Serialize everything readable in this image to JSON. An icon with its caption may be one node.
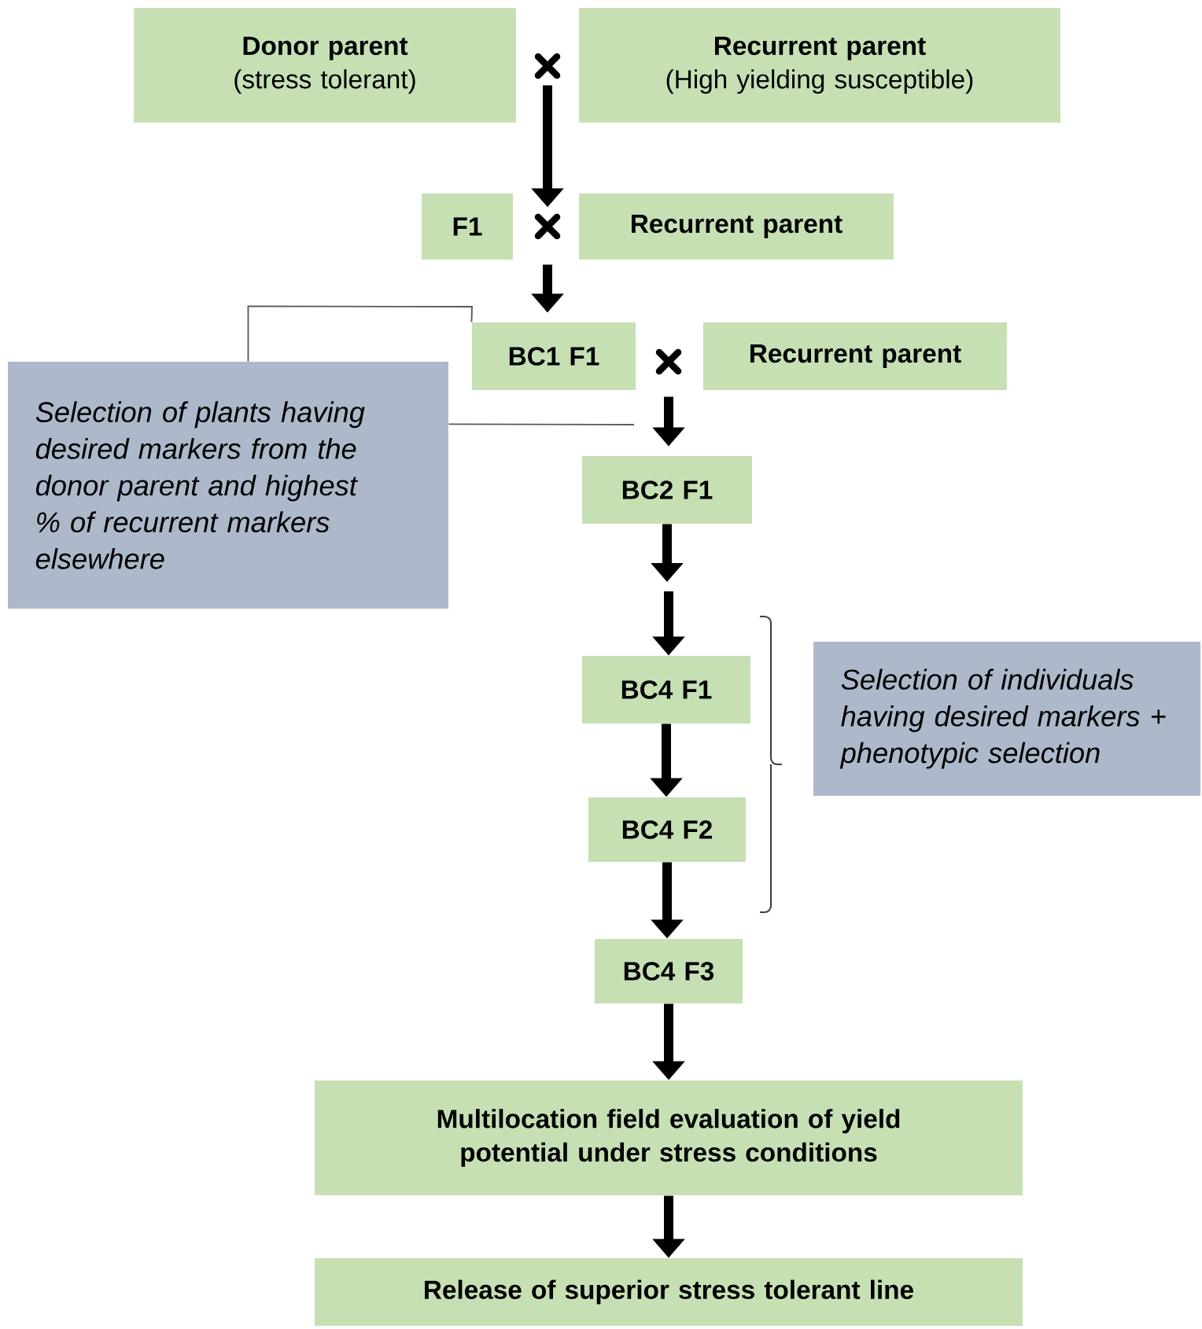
{
  "diagram": {
    "nodes": [
      {
        "text": [
          "Donor parent",
          "(stress tolerant)"
        ]
      },
      {
        "text": [
          "Recurrent parent",
          "(High yielding susceptible)"
        ]
      },
      {
        "text": [
          "F1"
        ]
      },
      {
        "text": [
          "Recurrent parent"
        ]
      },
      {
        "text": [
          "BC1 F1"
        ]
      },
      {
        "text": [
          "Recurrent parent"
        ]
      },
      {
        "text": [
          "Selection of plants having desired markers from the donor parent and highest % of recurrent markers elsewhere"
        ]
      },
      {
        "text": [
          "BC2 F1"
        ]
      },
      {
        "text": [
          "BC4 F1"
        ]
      },
      {
        "text": [
          "BC4 F2"
        ]
      },
      {
        "text": [
          "BC4 F3"
        ]
      },
      {
        "text": [
          "Multilocation field evaluation of yield potential under stress conditions"
        ]
      },
      {
        "text": [
          "Release of superior stress tolerant line"
        ]
      },
      {
        "text": [
          "Selection of individuals having desired markers + phenotypic selection"
        ]
      },
      {
        "text": [],
        "shape": "cross"
      },
      {
        "text": [],
        "shape": "cross"
      },
      {
        "text": [],
        "shape": "cross"
      }
    ],
    "edges": [
      {
        "from": 14,
        "to": 15,
        "arrow": "to"
      },
      {
        "from": 15,
        "to": 4,
        "arrow": "to"
      },
      {
        "from": 16,
        "to": 7,
        "arrow": "to"
      },
      {
        "from": 7,
        "to": null,
        "arrow": "to"
      },
      {
        "from": null,
        "to": 8,
        "arrow": "to"
      },
      {
        "from": 8,
        "to": 9,
        "arrow": "to"
      },
      {
        "from": 9,
        "to": 10,
        "arrow": "to"
      },
      {
        "from": 10,
        "to": 11,
        "arrow": "to"
      },
      {
        "from": 11,
        "to": 12,
        "arrow": "to"
      },
      {
        "from": 6,
        "to": 4,
        "arrow": "none"
      },
      {
        "from": 6,
        "to": null,
        "arrow": "none"
      }
    ]
  }
}
